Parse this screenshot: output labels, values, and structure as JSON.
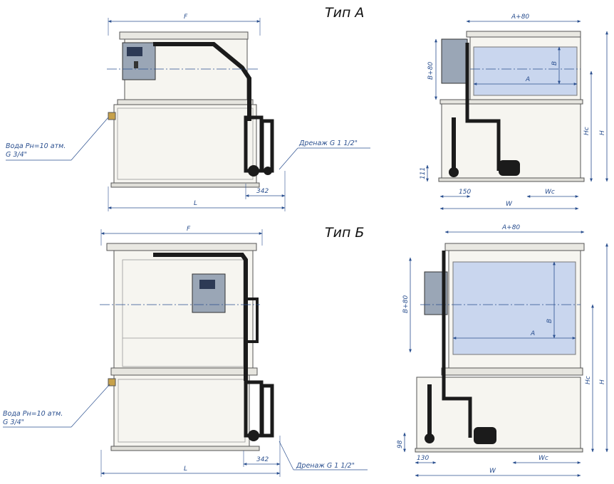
{
  "type_a": {
    "title": "Тип А",
    "front": {
      "dim_F": "F",
      "dim_L": "L",
      "dim_342": "342",
      "water_note_line1": "Вода Рн=10 атм.",
      "water_note_line2": "G 3/4\"",
      "drain_note": "Дренаж G 1 1/2\""
    },
    "side": {
      "dim_A80": "A+80",
      "dim_B80": "B+80",
      "dim_B": "B",
      "dim_A": "A",
      "dim_Hc": "Hc",
      "dim_H": "H",
      "dim_111": "111",
      "dim_150": "150",
      "dim_Wc": "Wc",
      "dim_W": "W"
    }
  },
  "type_b": {
    "title": "Тип Б",
    "front": {
      "dim_F": "F",
      "dim_L": "L",
      "dim_342": "342",
      "water_note_line1": "Вода Рн=10 атм.",
      "water_note_line2": "G 3/4\"",
      "drain_note": "Дренаж G 1 1/2\""
    },
    "side": {
      "dim_A80": "A+80",
      "dim_B80": "B+80",
      "dim_B": "B",
      "dim_A": "A",
      "dim_Hc": "Hc",
      "dim_H": "H",
      "dim_98": "98",
      "dim_130": "130",
      "dim_Wc": "Wc",
      "dim_W": "W"
    }
  },
  "colors": {
    "dimension": "#2a4f8f",
    "tank_fill": "#c9d6ee",
    "frame_fill": "#f4f3ee",
    "pipe": "#1b1b1b",
    "panel": "#9aa6b6"
  }
}
